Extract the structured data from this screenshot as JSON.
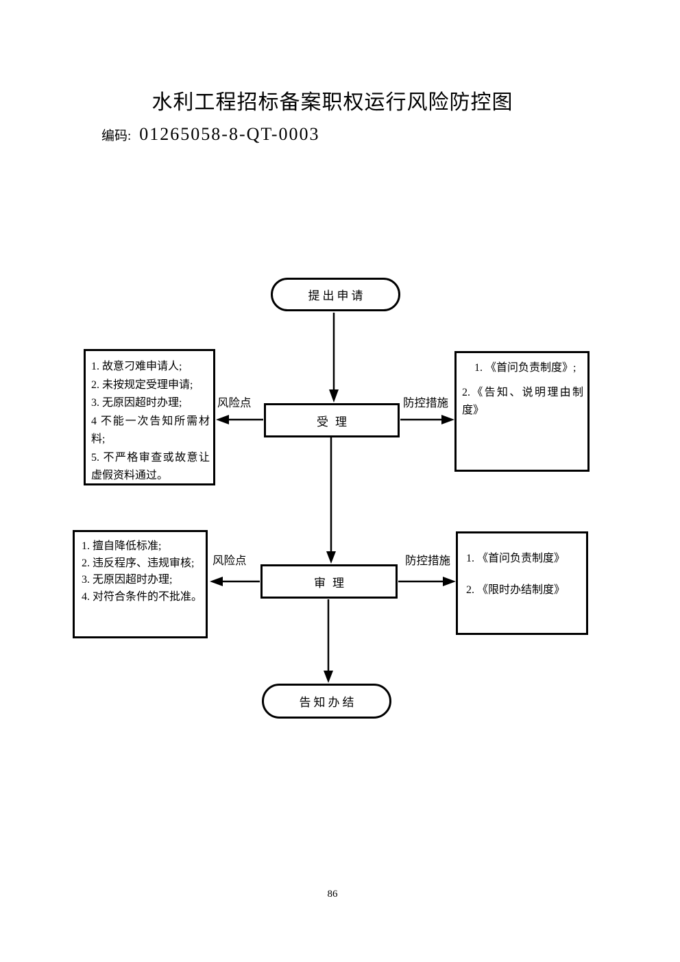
{
  "page": {
    "title": "水利工程招标备案职权运行风险防控图",
    "code_label": "编码:",
    "code_value": "01265058-8-QT-0003",
    "page_number": "86"
  },
  "flowchart": {
    "nodes": {
      "start": "提出申请",
      "accept": "受理",
      "review": "审理",
      "end": "告知办结"
    },
    "labels": {
      "risk_point": "风险点",
      "control_measure": "防控措施"
    },
    "risk_box_accept": {
      "items": [
        "1. 故意刁难申请人;",
        "2. 未按规定受理申请;",
        "3. 无原因超时办理;",
        "4 不能一次告知所需材料;",
        "5. 不严格审查或故意让虚假资料通过。"
      ]
    },
    "measure_box_accept": {
      "items": [
        "1. 《首问负责制度》;",
        "2.《告知、说明理由制度》"
      ]
    },
    "risk_box_review": {
      "items": [
        "1. 擅自降低标准;",
        "2. 违反程序、违规审核;",
        "3. 无原因超时办理;",
        "4. 对符合条件的不批准。"
      ]
    },
    "measure_box_review": {
      "items": [
        "1. 《首问负责制度》",
        "2. 《限时办结制度》"
      ]
    }
  }
}
